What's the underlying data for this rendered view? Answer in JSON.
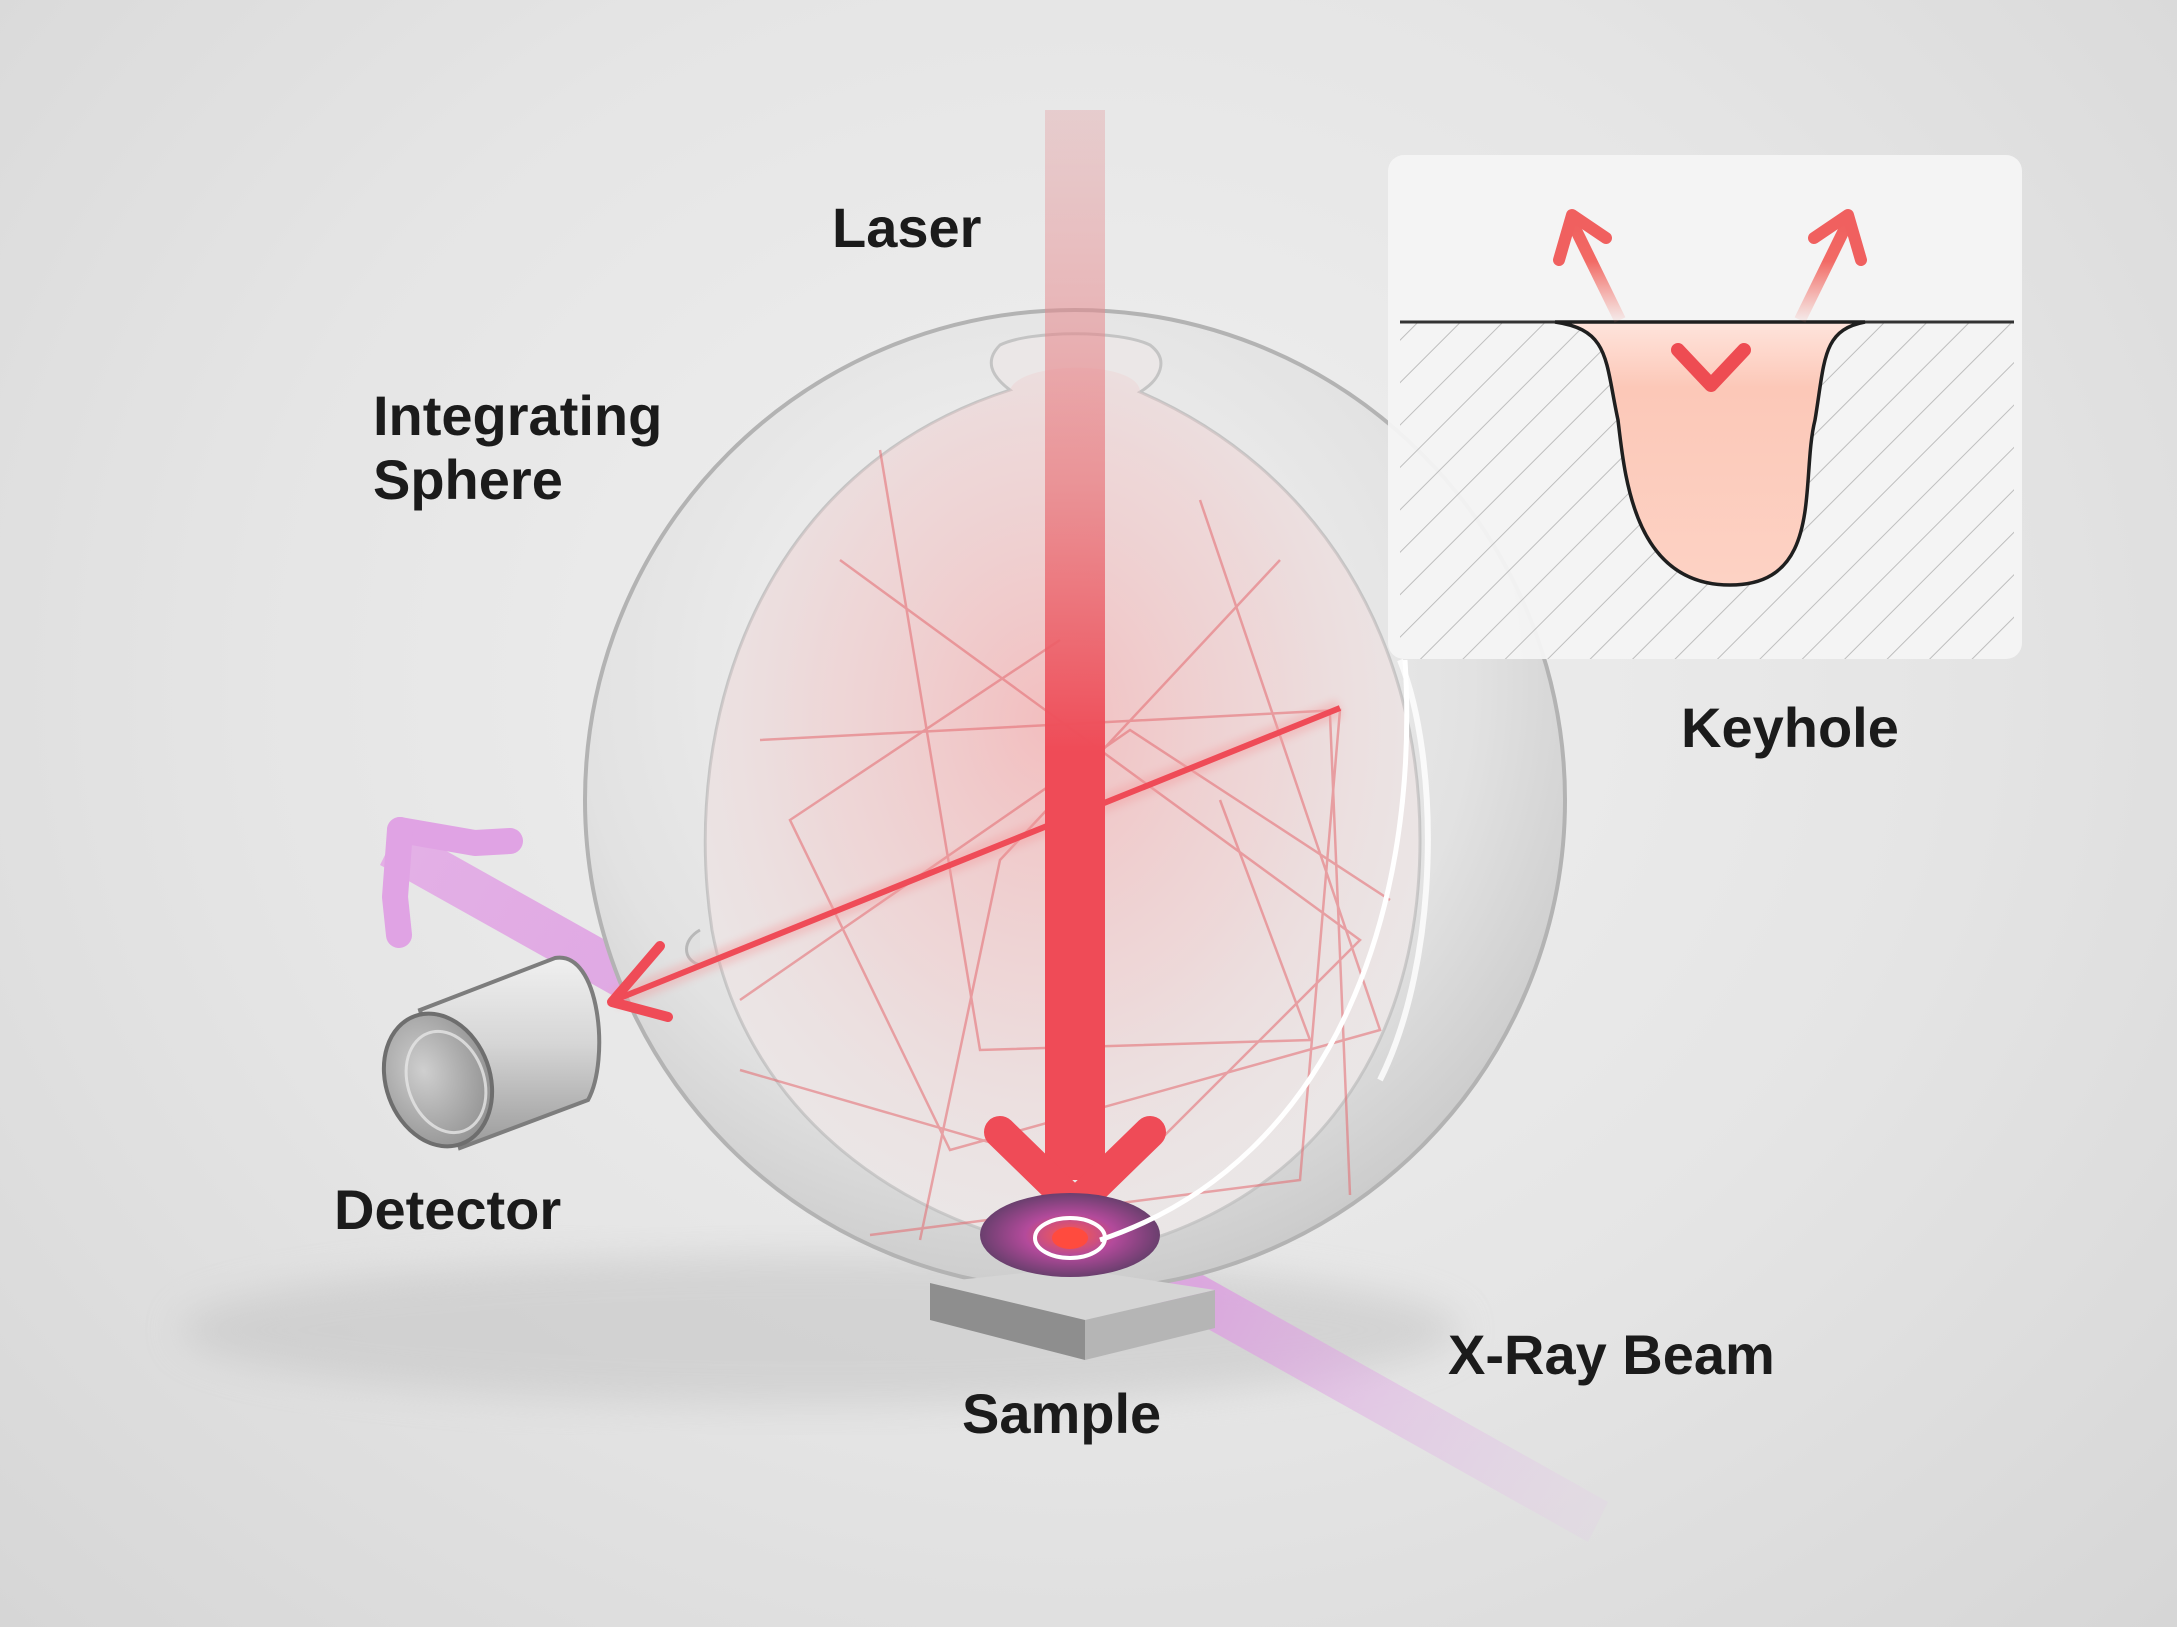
{
  "labels": {
    "laser": "Laser",
    "integrating_sphere_line1": "Integrating",
    "integrating_sphere_line2": "Sphere",
    "keyhole": "Keyhole",
    "detector": "Detector",
    "xray_beam": "X-Ray Beam",
    "sample": "Sample"
  },
  "colors": {
    "laser": "#ef4b57",
    "xray": "#d98ade",
    "keyhole_fill": "#fcc8b8",
    "label_text": "#1b1b1b",
    "sphere": "#e9e9e9"
  }
}
